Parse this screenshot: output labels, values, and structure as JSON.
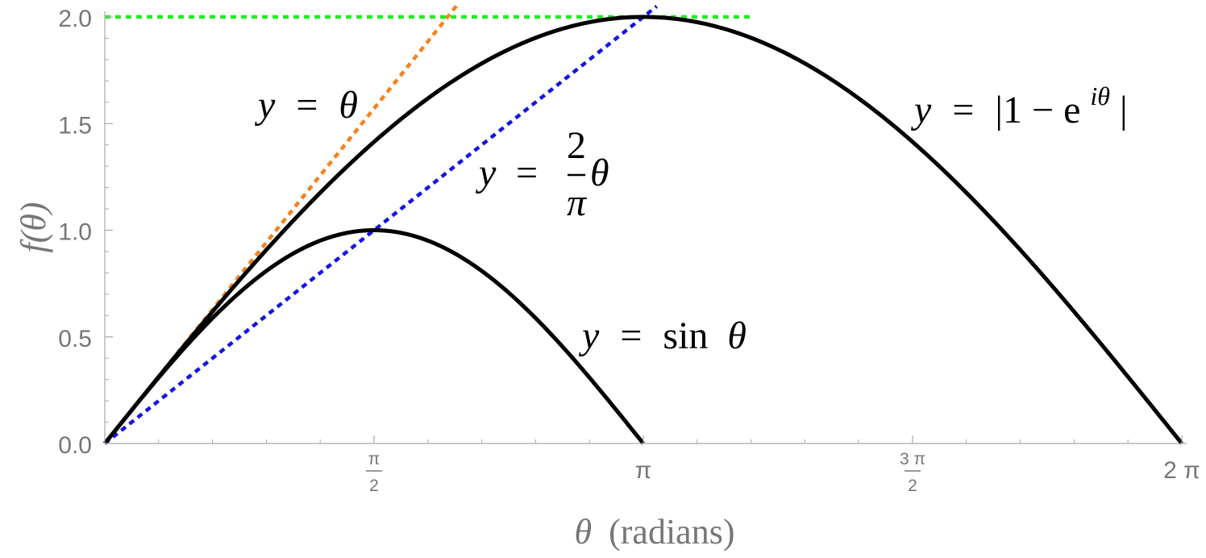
{
  "chart_data": {
    "type": "line",
    "title": "",
    "xlabel_symbol": "θ",
    "xlabel_rest": "(radians)",
    "ylabel": "f(θ)",
    "xlim": [
      0,
      6.283185307179586
    ],
    "ylim": [
      0,
      2.0
    ],
    "grid": false,
    "y_ticks": [
      {
        "value": 0.0,
        "label": "0.0"
      },
      {
        "value": 0.5,
        "label": "0.5"
      },
      {
        "value": 1.0,
        "label": "1.0"
      },
      {
        "value": 1.5,
        "label": "1.5"
      },
      {
        "value": 2.0,
        "label": "2.0"
      }
    ],
    "x_ticks": [
      {
        "value": 1.5707963267948966,
        "num": "π",
        "den": "2"
      },
      {
        "value": 3.141592653589793,
        "text": "π"
      },
      {
        "value": 4.71238898038469,
        "num": "3 π",
        "den": "2"
      },
      {
        "value": 6.283185307179586,
        "text": "2 π"
      }
    ],
    "series": [
      {
        "expr": "|1 - e^(iθ)|",
        "color": "#000000",
        "style": "solid",
        "x_range": [
          0,
          6.283185307179586
        ],
        "function": "2*sin(x/2)"
      },
      {
        "expr": "sin θ",
        "color": "#000000",
        "style": "solid",
        "x_range": [
          0,
          3.141592653589793
        ],
        "function": "sin(x)"
      },
      {
        "expr": "θ",
        "color": "#f5821f",
        "style": "dotted",
        "x_range": [
          0,
          2.06
        ],
        "function": "x"
      },
      {
        "expr": "(2/π) θ",
        "color": "#1414e6",
        "style": "dotted",
        "x_range": [
          0,
          3.22
        ],
        "function": "2*x/pi"
      },
      {
        "expr": "y = 2",
        "color": "#22ee22",
        "style": "dotted",
        "x_range": [
          0,
          3.77
        ],
        "function": "2"
      }
    ],
    "annotations": {
      "theta": {
        "y": "y",
        "eq": "=",
        "rhs": "θ"
      },
      "two_over_pi": {
        "y": "y",
        "eq": "=",
        "num": "2",
        "den": "π",
        "var": "θ"
      },
      "abs": {
        "y": "y",
        "eq": "=",
        "pre": "|1 − e",
        "sup": "iθ",
        "post": "|"
      },
      "sin": {
        "y": "y",
        "eq": "=",
        "fn": "sin",
        "var": "θ"
      }
    }
  }
}
